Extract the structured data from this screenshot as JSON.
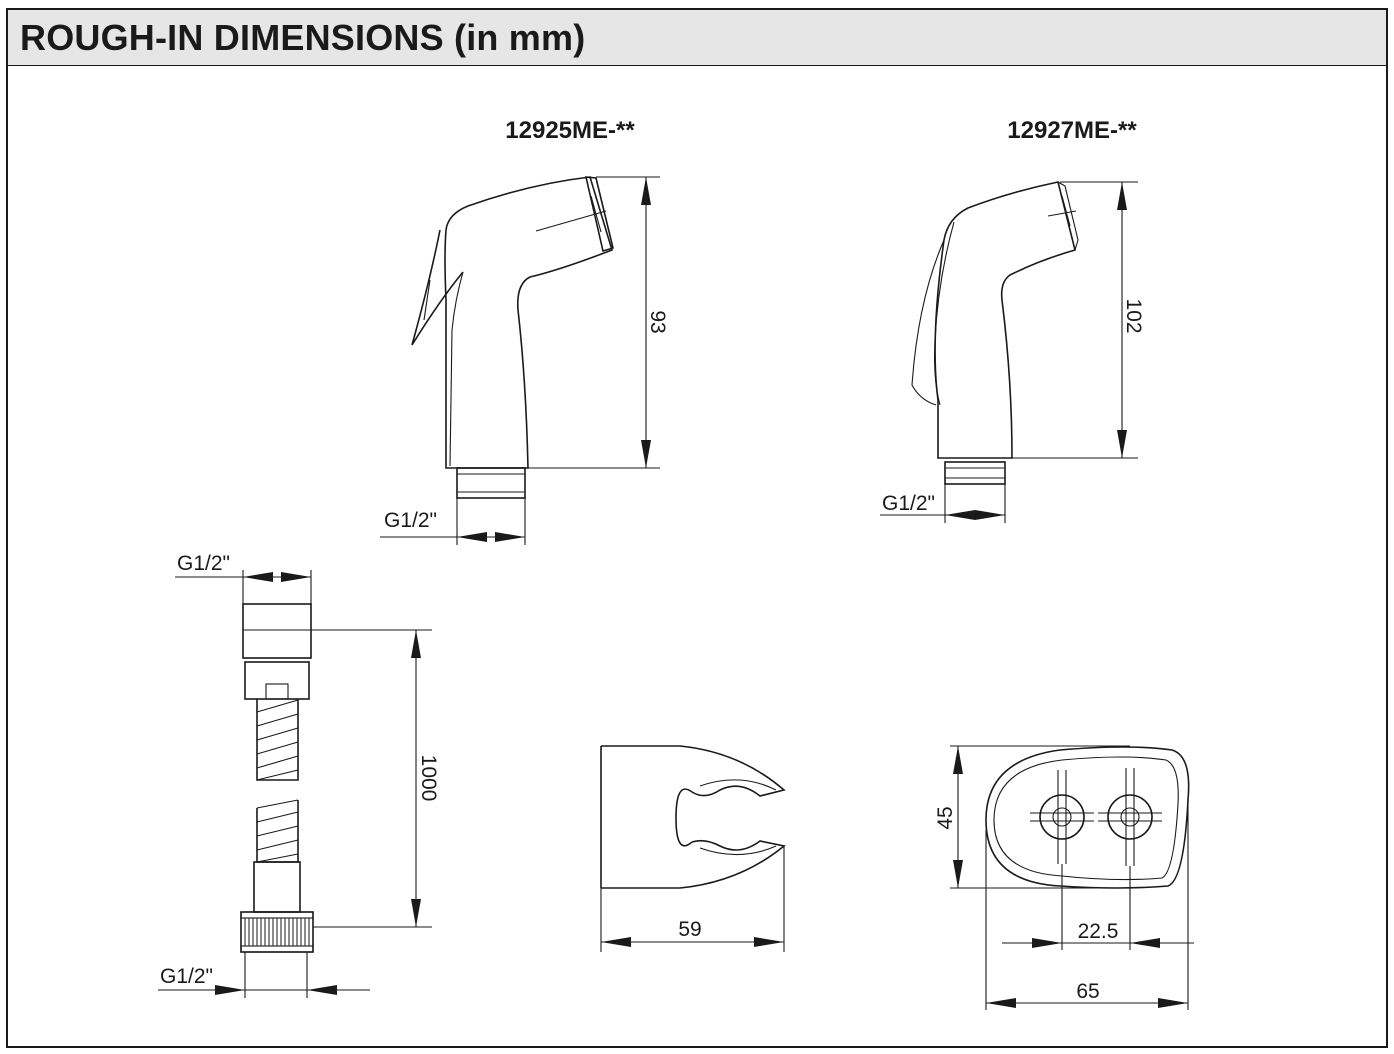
{
  "header": {
    "title": "ROUGH-IN DIMENSIONS (in mm)"
  },
  "models": {
    "left": {
      "title": "12925ME-**",
      "height": "93",
      "thread": "G1/2\""
    },
    "right": {
      "title": "12927ME-**",
      "height": "102",
      "thread": "G1/2\""
    }
  },
  "hose": {
    "length": "1000",
    "thread_top": "G1/2\"",
    "thread_bottom": "G1/2\""
  },
  "holder": {
    "width": "59"
  },
  "bracket": {
    "height": "45",
    "spacing": "22.5",
    "width": "65"
  }
}
